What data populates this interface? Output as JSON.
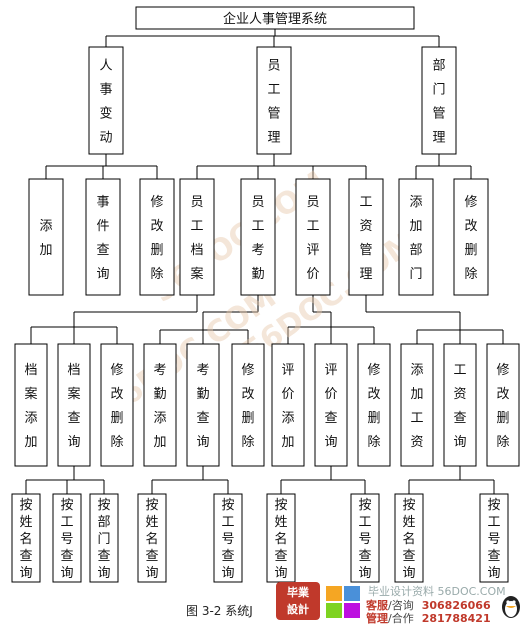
{
  "diagram": {
    "root": "企业人事管理系统",
    "level1": [
      {
        "id": "renshi",
        "label": "人事变动"
      },
      {
        "id": "yuangong",
        "label": "员工管理"
      },
      {
        "id": "bumen",
        "label": "部门管理"
      }
    ],
    "level2": [
      {
        "id": "tianjia",
        "label": "添加"
      },
      {
        "id": "shijian",
        "label": "事件查询"
      },
      {
        "id": "xiugai1",
        "label": "修改删除"
      },
      {
        "id": "dangan",
        "label": "员工档案"
      },
      {
        "id": "kaoqin",
        "label": "员工考勤"
      },
      {
        "id": "pingjia",
        "label": "员工评价"
      },
      {
        "id": "gongzi",
        "label": "工资管理"
      },
      {
        "id": "tianjiabumen",
        "label": "添加部门"
      },
      {
        "id": "xiugai2",
        "label": "修改删除"
      }
    ],
    "level3": [
      {
        "id": "dangantianjia",
        "label": "档案添加"
      },
      {
        "id": "danganchaxun",
        "label": "档案查询"
      },
      {
        "id": "xiugai3",
        "label": "修改删除"
      },
      {
        "id": "kaoqintianjia",
        "label": "考勤添加"
      },
      {
        "id": "kaoqinchaxun",
        "label": "考勤查询"
      },
      {
        "id": "xiugai4",
        "label": "修改删除"
      },
      {
        "id": "pingjiatianjia",
        "label": "评价添加"
      },
      {
        "id": "pingjiachaxun",
        "label": "评价查询"
      },
      {
        "id": "xiugai5",
        "label": "修改删除"
      },
      {
        "id": "tianjiagongzi",
        "label": "添加工资"
      },
      {
        "id": "gongzichaxun",
        "label": "工资查询"
      },
      {
        "id": "xiugai6",
        "label": "修改删除"
      }
    ],
    "level4": [
      {
        "id": "l4a",
        "label": "按姓名查询"
      },
      {
        "id": "l4b",
        "label": "按工号查询"
      },
      {
        "id": "l4c",
        "label": "按部门查询"
      },
      {
        "id": "l4d",
        "label": "按姓名查询"
      },
      {
        "id": "l4e",
        "label": "按工号查询"
      },
      {
        "id": "l4f",
        "label": "按姓名查询"
      },
      {
        "id": "l4g",
        "label": "按工号查询"
      },
      {
        "id": "l4h",
        "label": "按姓名查询"
      },
      {
        "id": "l4i",
        "label": "按工号查询"
      }
    ]
  },
  "caption": "图 3-2  系统J",
  "watermark": "56DOC.COM",
  "ad": {
    "logo_line1": "毕業",
    "logo_line2": "設計",
    "site": "毕业设计资料 56DOC.COM",
    "row1_key": "客服",
    "row1_sep": "/咨询",
    "row1_num": "306826066",
    "row2_key": "管理",
    "row2_sep": "/合作",
    "row2_num": "281788421"
  }
}
